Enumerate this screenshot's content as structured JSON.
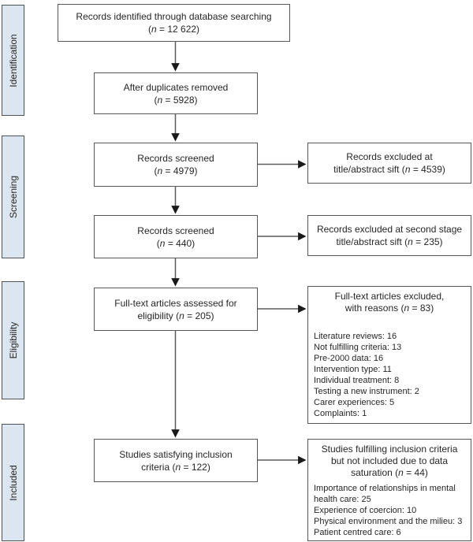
{
  "colors": {
    "stage-fill": "#dce6f0",
    "line": "#5c5c5c",
    "arrowhead": "#1a1a1a",
    "text": "#262626"
  },
  "stages": [
    {
      "label": "Identification"
    },
    {
      "label": "Screening"
    },
    {
      "label": "Eligibility"
    },
    {
      "label": "Included"
    }
  ],
  "boxes": {
    "identified": {
      "lines": [
        "Records identified through database searching",
        "(n = 12 622)"
      ]
    },
    "duplicates_removed": {
      "lines": [
        "After duplicates removed",
        "(n = 5928)"
      ]
    },
    "screened_1": {
      "lines": [
        "Records screened",
        "(n = 4979)"
      ]
    },
    "screened_2": {
      "lines": [
        "Records screened",
        "(n = 440)"
      ]
    },
    "fulltext_assessed": {
      "lines": [
        "Full-text articles assessed for",
        "eligibility (n = 205)"
      ]
    },
    "included_studies": {
      "lines": [
        "Studies satisfying inclusion",
        "criteria (n = 122)"
      ]
    },
    "excluded_sift_1": {
      "lines": [
        "Records excluded at",
        "title/abstract sift (n = 4539)"
      ]
    },
    "excluded_sift_2": {
      "lines": [
        "Records excluded at second stage",
        "title/abstract sift (n = 235)"
      ]
    },
    "fulltext_excluded": {
      "lines": [
        "Full-text articles excluded,",
        "with reasons (n = 83)"
      ],
      "reasons": [
        "Literature reviews: 16",
        "Not fulfilling criteria: 13",
        "Pre-2000 data: 16",
        "Intervention type: 11",
        "Individual treatment: 8",
        "Testing a new instrument: 2",
        "Carer experiences: 5",
        "Complaints: 1"
      ]
    },
    "saturation_excluded": {
      "lines": [
        "Studies fulfilling inclusion criteria",
        "but not included due to data",
        "saturation (n = 44)"
      ],
      "reasons": [
        "Importance of relationships in mental health care: 25",
        "Experience of coercion: 10",
        "Physical environment and the milieu: 3",
        "Patient centred care: 6"
      ]
    }
  }
}
